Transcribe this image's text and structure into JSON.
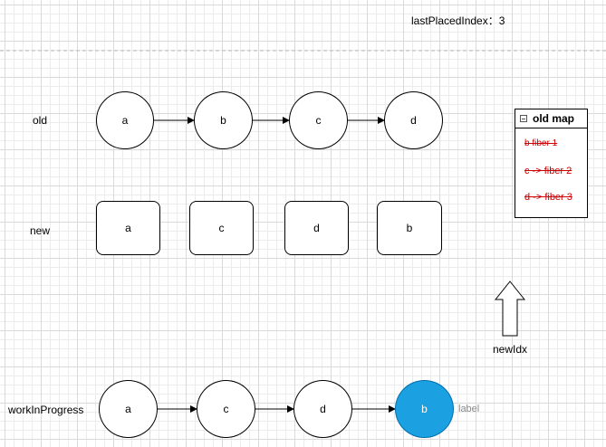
{
  "header": {
    "last_placed_index_label": "lastPlacedIndex",
    "last_placed_index_value": "3"
  },
  "rows": {
    "old_label": "old",
    "new_label": "new",
    "wip_label": "workInProgress"
  },
  "old_nodes": [
    "a",
    "b",
    "c",
    "d"
  ],
  "new_nodes": [
    "a",
    "c",
    "d",
    "b"
  ],
  "wip_nodes": [
    "a",
    "c",
    "d",
    "b"
  ],
  "old_map": {
    "title": "old map",
    "items": [
      "b fiber 1",
      "c -> fiber 2",
      "d -> fiber 3"
    ]
  },
  "pointer": {
    "label": "newIdx"
  },
  "selected_label_placeholder": "label",
  "colors": {
    "highlight_fill": "#1ba1e2",
    "highlight_stroke": "#006eaf",
    "deleted_text": "#cc0000"
  }
}
